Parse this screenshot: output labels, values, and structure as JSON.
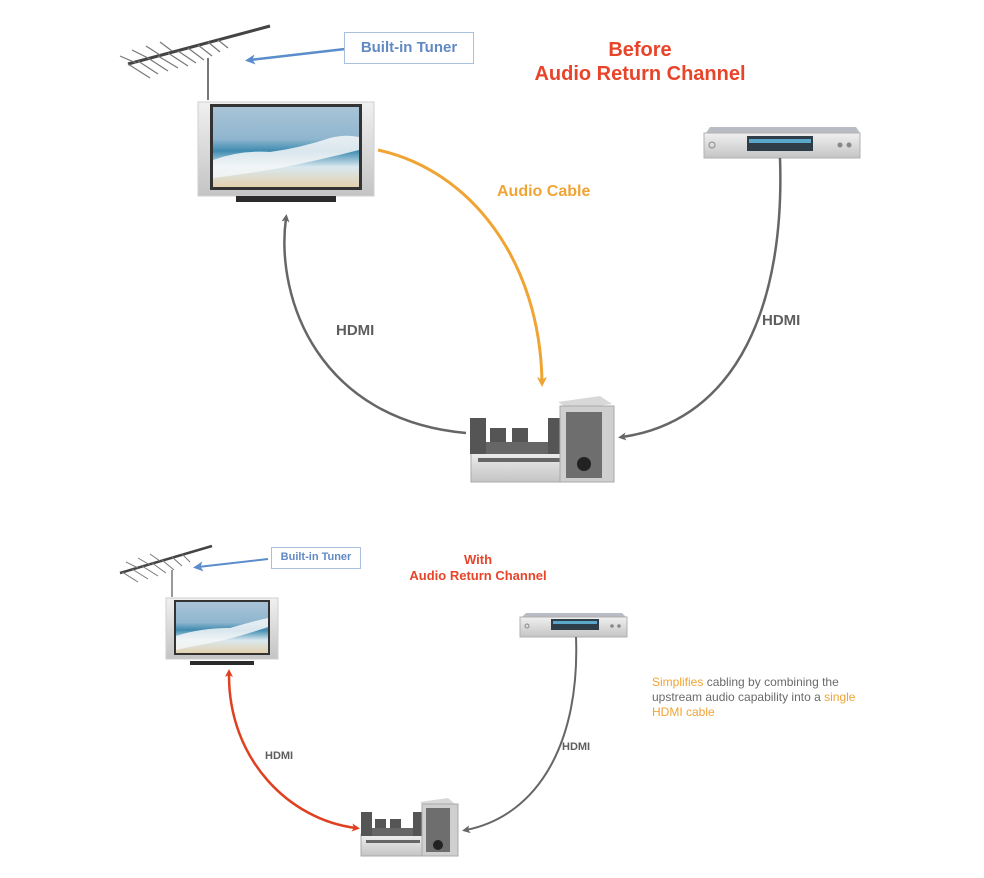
{
  "before": {
    "title_line1": "Before",
    "title_line2": "Audio Return Channel",
    "tuner_label": "Built-in Tuner",
    "audio_cable_label": "Audio Cable",
    "hdmi_left_label": "HDMI",
    "hdmi_right_label": "HDMI",
    "devices": [
      "antenna",
      "tv",
      "dvd-player",
      "home-theater-system"
    ]
  },
  "with": {
    "title_line1": "With",
    "title_line2": "Audio Return Channel",
    "tuner_label": "Built-in Tuner",
    "hdmi_left_label": "HDMI",
    "hdmi_right_label": "HDMI",
    "devices": [
      "antenna",
      "tv",
      "dvd-player",
      "home-theater-system"
    ],
    "note": {
      "part1_highlight": "Simplifies",
      "part2": " cabling by combining the upstream audio capability into a ",
      "part3_highlight": "single HDMI cable"
    }
  },
  "colors": {
    "title": "#e8442a",
    "tuner": "#6189c4",
    "audio_cable": "#f0a434",
    "hdmi": "#666666",
    "arc_hdmi": "#e0401f"
  }
}
